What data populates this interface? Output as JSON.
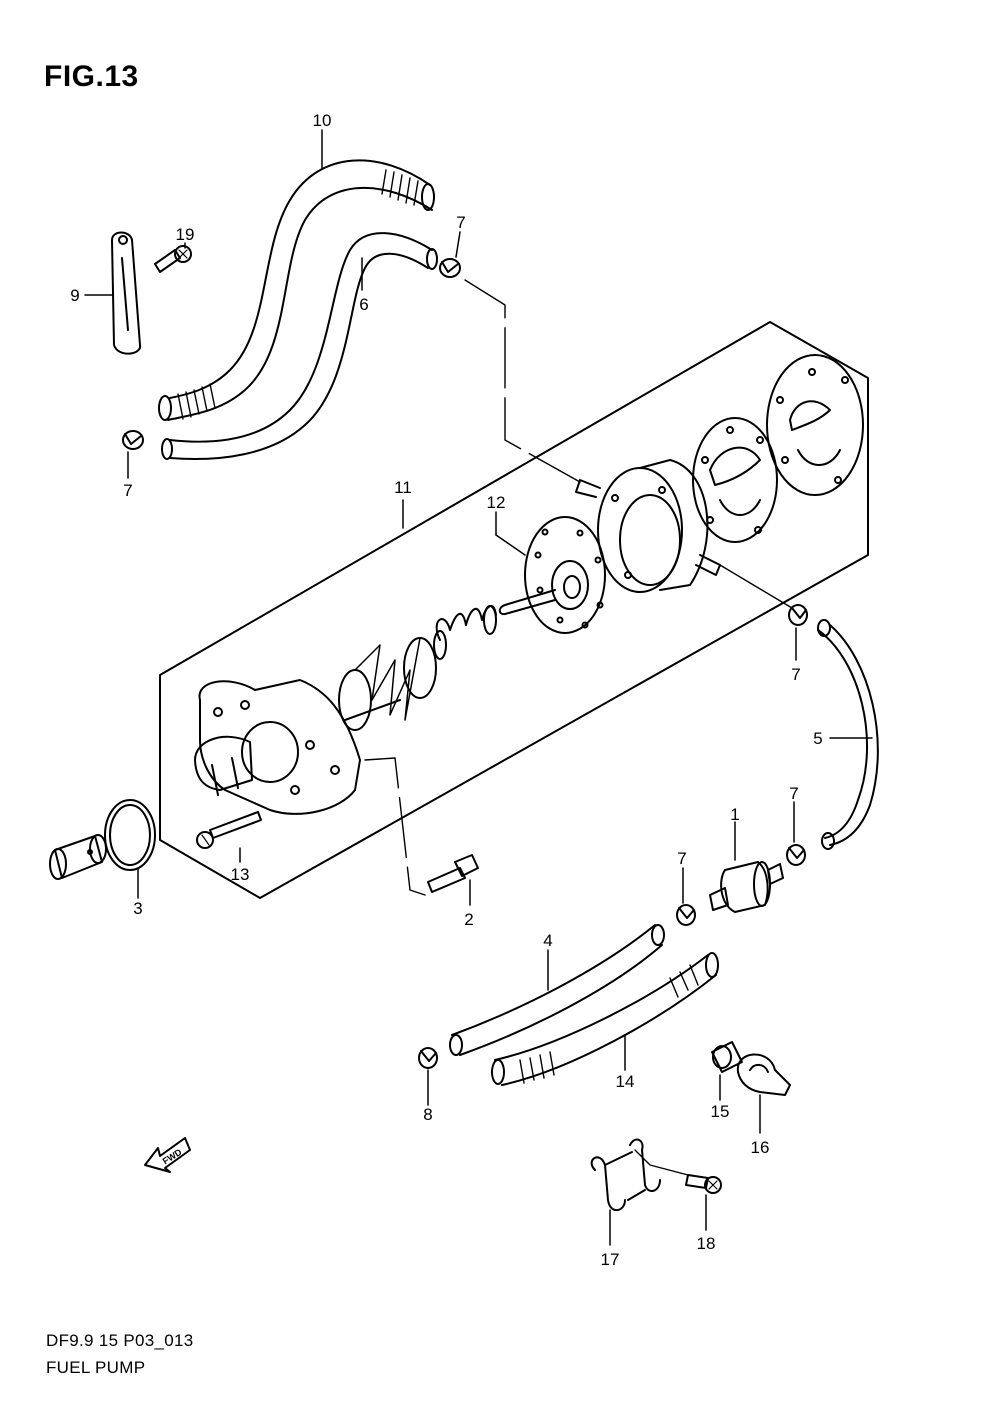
{
  "figure_title": "FIG.13",
  "footer": {
    "code": "DF9.9 15 P03_013",
    "name": "FUEL PUMP"
  },
  "fwd_label": "FWD",
  "callouts": [
    "1",
    "2",
    "3",
    "4",
    "5",
    "6",
    "7",
    "8",
    "9",
    "10",
    "11",
    "12",
    "13",
    "14",
    "15",
    "16",
    "17",
    "18",
    "19"
  ]
}
